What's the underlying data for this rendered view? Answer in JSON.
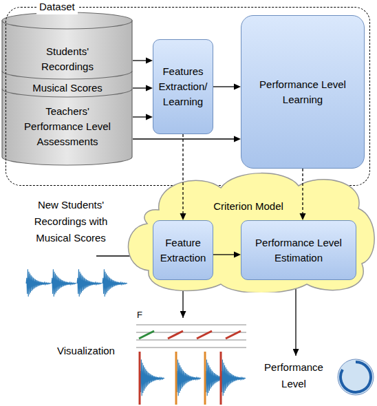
{
  "diagram": {
    "nodes": [
      {
        "text": [
          "Dataset"
        ]
      },
      {
        "text": [
          "Students' Recordings"
        ],
        "in": 0
      },
      {
        "text": [
          "Musical Scores"
        ],
        "in": 0
      },
      {
        "text": [
          "Teachers' Performance Level Assessments"
        ],
        "in": 0
      },
      {
        "text": [
          "Features Extraction/ Learning"
        ],
        "in": 0
      },
      {
        "text": [
          "Performance Level Learning"
        ],
        "in": 0
      },
      {
        "text": [
          "Criterion Model"
        ]
      },
      {
        "text": [
          "Feature Extraction"
        ],
        "in": 6
      },
      {
        "text": [
          "Performance Level Estimation"
        ],
        "in": 6
      }
    ],
    "edges": [
      {
        "from": 1,
        "to": 4,
        "arrow": "to"
      },
      {
        "from": 2,
        "to": 4,
        "arrow": "to"
      },
      {
        "from": 3,
        "to": 4,
        "arrow": "to"
      },
      {
        "from": 3,
        "to": 5,
        "arrow": "to"
      },
      {
        "from": 4,
        "to": 5,
        "arrow": "to"
      },
      {
        "from": 4,
        "to": 7,
        "arrow": "to"
      },
      {
        "from": 5,
        "to": 8,
        "arrow": "to"
      },
      {
        "from": 7,
        "to": 8,
        "arrow": "to"
      }
    ],
    "labels": [
      "New Students' Recordings with Musical Scores",
      "Visualization",
      "F",
      "Performance Level"
    ]
  }
}
